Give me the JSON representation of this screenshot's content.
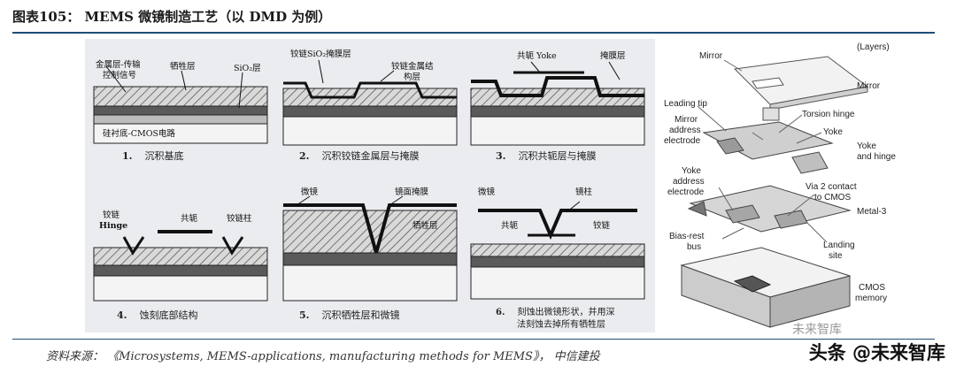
{
  "title": "图表105：   MEMS 微镜制造工艺（以 DMD 为例）",
  "source": "资料来源：   《Microsystems, MEMS-applications, manufacturing methods for MEMS》，  中信建投",
  "watermark": "头条 @未来智库",
  "watermark_small": "未来智库",
  "steps": [
    {
      "num": "1.",
      "caption": "沉积基底",
      "labels": [
        "金属层-传输",
        "控制信号",
        "牺牲层",
        "SiO₂层",
        "硅衬底-CMOS电路"
      ]
    },
    {
      "num": "2.",
      "caption": "沉积铰链金属层与掩膜",
      "labels": [
        "铰链SiO₂掩膜层",
        "铰链金属结",
        "构层"
      ]
    },
    {
      "num": "3.",
      "caption": "沉积共轭层与掩膜",
      "labels": [
        "共轭 Yoke",
        "掩膜层"
      ]
    },
    {
      "num": "4.",
      "caption": "蚀刻底部结构",
      "labels": [
        "铰链",
        "Hinge",
        "共轭",
        "铰链柱"
      ]
    },
    {
      "num": "5.",
      "caption": "沉积牺牲层和微镜",
      "labels": [
        "微镜",
        "镜面掩膜",
        "牺牲层"
      ]
    },
    {
      "num": "6.",
      "caption": "刻蚀出微镜形状，并用深",
      "caption2": "法刻蚀去掉所有牺牲层",
      "labels": [
        "微镜",
        "镜柱",
        "共轭",
        "铰链"
      ]
    }
  ],
  "exploded": {
    "layers_header": "(Layers)",
    "labels": {
      "mirror": "Mirror",
      "mirror_layer": "Mirror",
      "leading_tip": "Leading tip",
      "mirror_addr_1": "Mirror",
      "mirror_addr_2": "address",
      "mirror_addr_3": "electrode",
      "torsion_hinge": "Torsion hinge",
      "yoke": "Yoke",
      "yoke_hinge_1": "Yoke",
      "yoke_hinge_2": "and hinge",
      "yoke_addr_1": "Yoke",
      "yoke_addr_2": "address",
      "yoke_addr_3": "electrode",
      "via_1": "Via 2 contact",
      "via_2": "to CMOS",
      "metal3": "Metal-3",
      "bias_1": "Bias-rest",
      "bias_2": "bus",
      "landing_1": "Landing",
      "landing_2": "site",
      "cmos_1": "CMOS",
      "cmos_2": "memory"
    }
  },
  "colors": {
    "rule": "#1f4e79",
    "panel": "#eaecef",
    "hatch": "#555555"
  }
}
